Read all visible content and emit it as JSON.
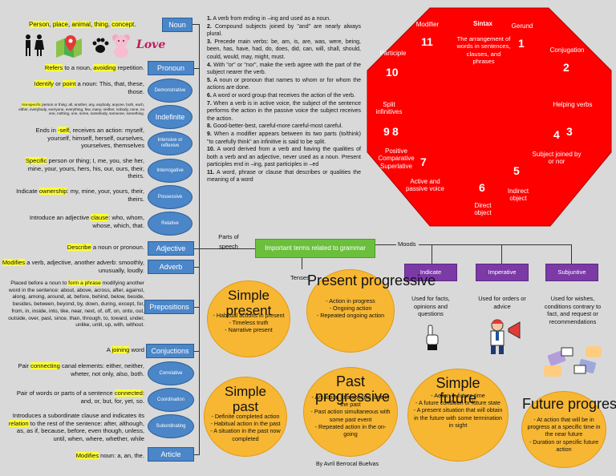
{
  "noun": {
    "label": "Noun",
    "def_parts": [
      "Person",
      "place",
      "animal",
      "thing",
      "concept"
    ],
    "def_seps": [
      ", ",
      ", ",
      ", ",
      ", ",
      "."
    ],
    "love_text": "Love"
  },
  "pronoun": {
    "label": "Pronoun",
    "def_hl": "Refers",
    "def_mid": " to a noun, ",
    "def_hl2": "avoiding",
    "def_end": " repetition.",
    "types": [
      {
        "label": "Demonstrative",
        "pre": "",
        "hl": "Identify",
        "mid": " or ",
        "hl2": "point",
        "post": " a noun: This, that, these, those."
      },
      {
        "label": "Indefinite",
        "pre": "",
        "hl": "Nonspecific",
        "mid": "",
        "hl2": "",
        "post": " person or thing: all, another, any, anybody, anyone, both, each, either, everybody, everyone, everything, few, many, neither, nobody, none, no one, nothing, one, some, somebody, someone, something."
      },
      {
        "label": "Intensive or reflexive",
        "pre": "Ends in ",
        "hl": "-self",
        "mid": "",
        "hl2": "",
        "post": ", receives an action: myself, yourself, himself, herself, ourselves, yourselves, themselves"
      },
      {
        "label": "Interrogative",
        "pre": "",
        "hl": "Specific",
        "mid": "",
        "hl2": "",
        "post": " person or thing; I, me, you, she her, mine, your, yours, hers, his, our, ours, their, theirs."
      },
      {
        "label": "Possessive",
        "pre": "Indicate ",
        "hl": "ownership",
        "mid": "",
        "hl2": "",
        "post": ": my, mine, your, yours, their, theirs."
      },
      {
        "label": "Relative",
        "pre": "Introduce an adjective ",
        "hl": "clause",
        "mid": "",
        "hl2": "",
        "post": ": who, whom, whose, which, that."
      }
    ]
  },
  "adjective": {
    "label": "Adjective",
    "hl": "Describe",
    "post": " a noun or pronoun."
  },
  "adverb": {
    "label": "Adverb",
    "hl": "Modifies",
    "post": " a verb, adjective, another adverb: smoothly, unusually, loudly."
  },
  "prepositions": {
    "label": "Prepositions",
    "pre": "Placed before a noun to ",
    "hl": "form a phrase",
    "post": " modifying another word in the sentence: about, above, across, after, against, along, among, around, at, before, behind, below, beside, besides, between, beyond, by, down, during, except, for, from, in, inside, into, like, near, next, of, off, on, onto, out, outside, over, past, since, than, through, to, toward, under, unlike, until, up, with, without."
  },
  "conjunctions": {
    "label": "Conjuctions",
    "pre": "A ",
    "hl": "joining",
    "post": " word",
    "types": [
      {
        "label": "Correlative",
        "pre": "Pair ",
        "hl": "connecting",
        "post": " canal elements: either, neither, wheter, not only, also, both."
      },
      {
        "label": "Coordination",
        "pre": "Pair of words or parts of a sentence ",
        "hl": "connected",
        "post": ": and, or, but, for, yet, so."
      },
      {
        "label": "Subordinating",
        "pre": "Introduces a subordinate clause and indicates its ",
        "hl": "relation",
        "post": " to the rest of the sentence: after, although, as, as if, because, before, even though, unless, until, when, where, whether, while"
      }
    ]
  },
  "article": {
    "label": "Article",
    "hl": "Modifies",
    "post": " noun: a, an, the."
  },
  "rules": [
    {
      "n": "1.",
      "t": " A verb from ending in –ing and used as a noun."
    },
    {
      "n": "2.",
      "t": " Compound subjects joined by \"and\" are nearly always plural."
    },
    {
      "n": "3.",
      "t": " Precede main verbs: be, am, is, are, was, were, being, been, has, have, had, do, does, did, can, will, shall, should, could, would, may, might, must."
    },
    {
      "n": "4.",
      "t": " With \"or\" or \"nor\", make the verb agree with the part of the subject nearer the verb."
    },
    {
      "n": "5.",
      "t": " A noun or pronoun that names to whom or for whom the actions are done."
    },
    {
      "n": "6.",
      "t": " A word or word group that receives the action of the verb."
    },
    {
      "n": "7.",
      "t": " When a verb is in active voice, the subject of the sentence performs the action in the passive voice the subject receives the action."
    },
    {
      "n": "8.",
      "t": " Good-better-best, careful-more careful-most careful."
    },
    {
      "n": "9.",
      "t": " When a modifier appears between its two parts (to/think) \"to carefully think\" an infinitive is said to be split."
    },
    {
      "n": "10.",
      "t": " A word derived from a verb and having the qualities of both a verb and an adjective, never used as a noun. Present participles end in –ing, past participles in –ed"
    },
    {
      "n": "11.",
      "t": " A word, phrase or clause that describes or qualities the meaning of a word"
    }
  ],
  "syntax": {
    "title": "Sintax",
    "desc": "The arrangement of words in sentences, clauses, and phrases",
    "items": [
      {
        "num": "1",
        "label": "Gerund"
      },
      {
        "num": "2",
        "label": "Conjugation"
      },
      {
        "num": "3",
        "label": "Helping verbs"
      },
      {
        "num": "4",
        "label": "Subject joined by or nor"
      },
      {
        "num": "5",
        "label": "Indirect object"
      },
      {
        "num": "6",
        "label": "Direct object"
      },
      {
        "num": "7",
        "label": "Active and passive voice"
      },
      {
        "num": "8",
        "label": "Positive Comparative Superlative"
      },
      {
        "num": "9",
        "label": "Split infinitives"
      },
      {
        "num": "10",
        "label": "Participle"
      },
      {
        "num": "11",
        "label": "Modifier"
      }
    ]
  },
  "center": {
    "title": "Important terms related to grammar",
    "left": "Parts of speech",
    "tenses": "Tenses",
    "moods": "Moods"
  },
  "moods": [
    {
      "label": "Indicate",
      "desc": "Used for facts, opinions and questions"
    },
    {
      "label": "Imperative",
      "desc": "Used for orders or advice"
    },
    {
      "label": "Subjuntive",
      "desc": "Used for wishes, conditions contrary to fact, and request or recommendations"
    }
  ],
  "tenses": [
    {
      "title": "Simple present",
      "items": [
        "- Habitual actions in present",
        "- Timeless truth",
        "- Narrative present"
      ]
    },
    {
      "title": "Present progressive",
      "items": [
        "- Action in progress",
        "- Ongoing action",
        "- Repeated ongoing action"
      ]
    },
    {
      "title": "Simple past",
      "items": [
        "- Definite completed action",
        "- Habitual action in the past",
        "- A situation in the past now completed"
      ]
    },
    {
      "title": "Past progressive",
      "items": [
        "- An action at a specific time in the past",
        "- Past action simultaneous with some past event",
        "- Repeated action in the on-going"
      ]
    },
    {
      "title": "Simple future",
      "items": [
        "- Action in future time",
        "- A future condition or future state",
        "- A present situation that will obtain in the future with some termination in sight"
      ]
    },
    {
      "title": "Future progressive",
      "items": [
        "- At action that will be in progress at a specific time in the near future",
        "- Duration or specific future action"
      ]
    }
  ],
  "author": "By Avril Berrocal Buelvas",
  "colors": {
    "background": "#d9d9d9",
    "box_blue": "#4a86c8",
    "octagon_red": "#ff0000",
    "mood_purple": "#7b3aa6",
    "tense_orange": "#f7b733",
    "center_green": "#6abf3c",
    "highlight": "#ffff33"
  }
}
